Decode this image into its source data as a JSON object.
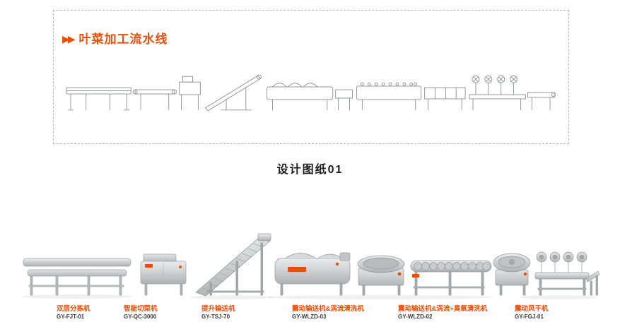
{
  "page": {
    "title_icon": "▶▶",
    "title": "叶菜加工流水线",
    "caption": "设计图纸01"
  },
  "colors": {
    "accent": "#e8500a",
    "steel_light": "#ececec",
    "steel_mid": "#cdd0d2",
    "steel_dark": "#aeb1b3"
  },
  "machines": [
    {
      "name": "双层分拣机",
      "model": "GY-FJT-01"
    },
    {
      "name": "智能切菜机",
      "model": "GY-QC-3000"
    },
    {
      "name": "提升输送机",
      "model": "GY-TSJ-70"
    },
    {
      "name": "震动输送机&涡流清洗机",
      "model": "GY-WLZD-03"
    },
    {
      "name": "震动输送机&涡流+臭氧清洗机",
      "model": "GY-WLZD-02"
    },
    {
      "name": "震动风干机",
      "model": "GY-FGJ-01"
    }
  ]
}
